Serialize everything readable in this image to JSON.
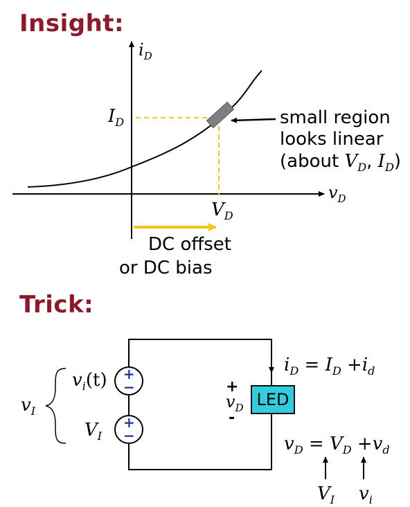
{
  "headings": {
    "insight": "Insight:",
    "trick": "Trick:"
  },
  "graph": {
    "y_axis_label": {
      "var": "i",
      "sub": "D"
    },
    "x_axis_label": {
      "var": "v",
      "sub": "D"
    },
    "id_label": {
      "var": "I",
      "sub": "D"
    },
    "vd_label": {
      "var": "V",
      "sub": "D"
    },
    "annotation": {
      "line1": "small region",
      "line2": "looks linear",
      "line3_prefix": "(about ",
      "line3_v": "V",
      "line3_vsub": "D",
      "line3_sep": ", ",
      "line3_i": "I",
      "line3_isub": "D",
      "line3_suffix": ")"
    },
    "dc_offset": "DC offset",
    "dc_bias": "or  DC bias"
  },
  "circuit": {
    "vi_t": {
      "var": "v",
      "sub": "i",
      "rest": "(t)"
    },
    "V_I": {
      "var": "V",
      "sub": "I"
    },
    "v_I": {
      "var": "v",
      "sub": "I"
    },
    "led_label": "LED",
    "plus": "+",
    "minus": "-",
    "vD": {
      "var": "v",
      "sub": "D"
    },
    "iD_eq": {
      "lhs": "i",
      "lhs_sub": "D",
      "eq": " = ",
      "t1": "I",
      "t1_sub": "D",
      "op": " +",
      "t2": "i",
      "t2_sub": "d"
    },
    "vD_eq": {
      "lhs": "v",
      "lhs_sub": "D",
      "eq": " = ",
      "t1": "V",
      "t1_sub": "D",
      "op": " +",
      "t2": "v",
      "t2_sub": "d"
    },
    "bottom_V": {
      "var": "V",
      "sub": "I"
    },
    "bottom_v": {
      "var": "v",
      "sub": "i"
    },
    "source_plus": "+",
    "source_minus": "−"
  },
  "colors": {
    "heading": "#8b1a2a",
    "dashed": "#f5c518",
    "arrow_offset": "#f5c518",
    "led_fill": "#33ccdd",
    "region": "#808080"
  }
}
